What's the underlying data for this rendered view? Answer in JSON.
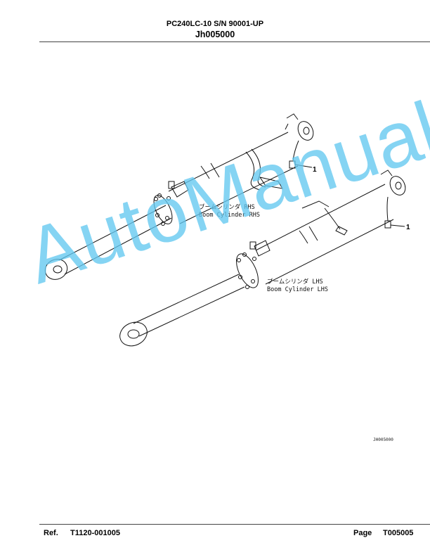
{
  "header": {
    "model": "PC240LC-10 S/N 90001-UP",
    "code": "Jh005000"
  },
  "figure": {
    "caption_rhs_jp": "ブームシリンダ RHS",
    "caption_rhs_en": "Boom Cylinder RHS",
    "caption_lhs_jp": "ブームシリンダ LHS",
    "caption_lhs_en": "Boom Cylinder LHS",
    "callouts": [
      "1",
      "1"
    ],
    "drawing_number": "JH005000"
  },
  "watermark": "AutoManual",
  "footer": {
    "ref_label": "Ref.",
    "ref_value": "T1120-001005",
    "page_label": "Page",
    "page_value": "T005005"
  }
}
